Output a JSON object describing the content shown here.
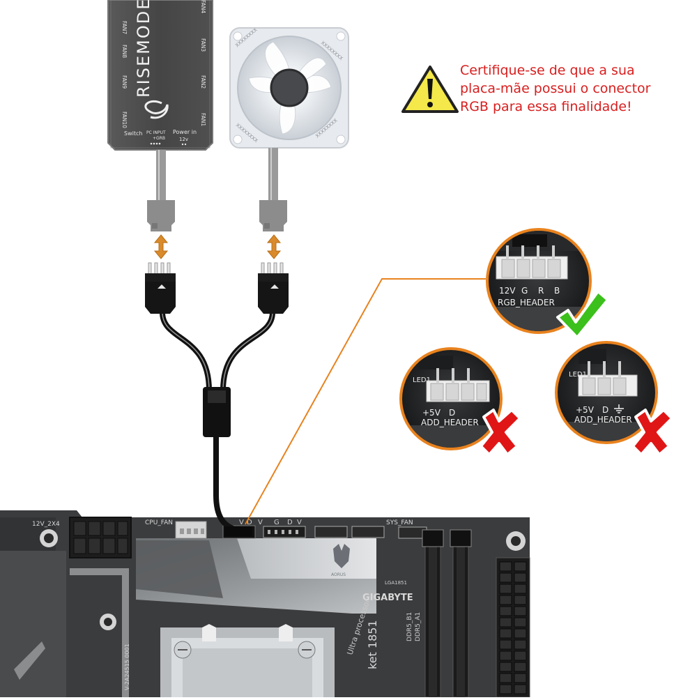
{
  "hub": {
    "brand": "RISEMODE",
    "left_ports": [
      "FAN7",
      "FAN8",
      "FAN9",
      "FAN10"
    ],
    "right_ports": [
      "FAN4",
      "FAN3",
      "FAN2",
      "FAN1"
    ],
    "switch_label": "Switch",
    "pc_input_label": "PC INPUT",
    "pc_input_sub": "+GRB",
    "power_label": "Power in",
    "power_sub": "12v"
  },
  "fan": {
    "frame_mark": "XXXXXXXX"
  },
  "warning": {
    "lines": [
      "Certifique-se de que a sua",
      "placa-mãe possui o conector",
      "RGB para essa finalidade!"
    ],
    "color": "#d81e1e"
  },
  "headers": {
    "good": {
      "pin_labels": [
        "12V",
        "G",
        "R",
        "B"
      ],
      "name": "RGB_HEADER",
      "status": "check"
    },
    "bad1": {
      "side_label": "LED1",
      "pin_labels": [
        "+5V",
        "D"
      ],
      "name": "ADD_HEADER",
      "status": "cross"
    },
    "bad2": {
      "side_label": "LED1",
      "pin_labels": [
        "+5V",
        "D"
      ],
      "name": "ADD_HEADER",
      "status": "cross"
    }
  },
  "motherboard": {
    "labels": {
      "atx": "12V_2X4",
      "cpu_fan": "CPU_FAN",
      "rgb_pins": [
        "V",
        "D",
        "V",
        "G",
        "D",
        "V"
      ],
      "sys_fan": "SYS_FAN",
      "brand": "GIGABYTE",
      "socket_chip": "LGA1851",
      "socket": "ket 1851",
      "cpu_text": "Ultra processor",
      "serial": "V-2A24515 0001",
      "dimm_b": "DDR5_B1",
      "dimm_a": "DDR5_A1",
      "heatsink_logo": "AORUS"
    }
  },
  "colors": {
    "accent_orange": "#e8821e",
    "hub_body": "#4a4a4a",
    "board": "#3a3a3c",
    "check_green": "#3cc01c",
    "cross_red": "#e01616",
    "connector_gray": "#8c8c8c"
  }
}
